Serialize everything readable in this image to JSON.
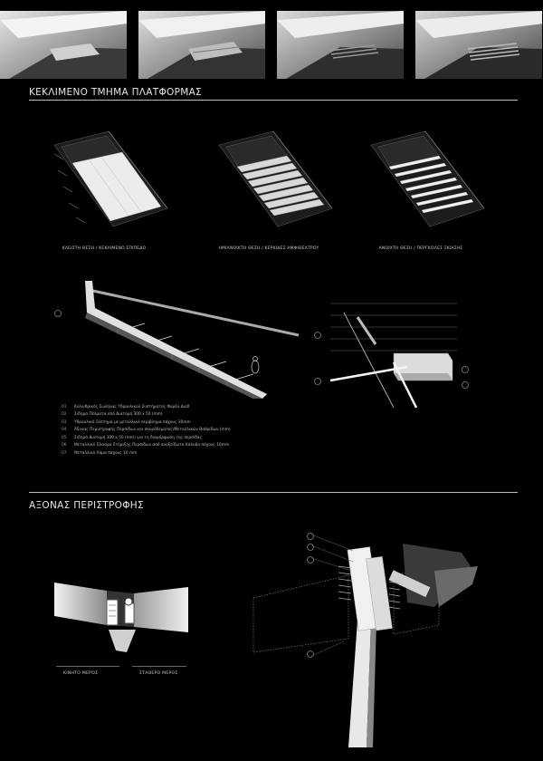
{
  "section1": {
    "title": "ΚΕΚΛΙΜΕΝΟ ΤΜΗΜΑ ΠΛΑΤΦΟΡΜΑΣ"
  },
  "section2": {
    "title": "ΑΞΟΝΑΣ ΠΕΡΙΣΤΡΟΦΗΣ"
  },
  "positions": [
    {
      "caption": "ΚΛΕΙΣΤΗ ΘΕΣΗ / ΚΕΚΛΙΜΕΝΟ ΕΠΙΠΕΔΟ"
    },
    {
      "caption": "ΗΜΙΑΝΟΙΚΤΗ ΘΕΣΗ / ΚΕΡΚΙΔΕΣ ΑΜΦΙΘΕΑΤΡΟΥ"
    },
    {
      "caption": "ΑΝΟΙΧΤΗ ΘΕΣΗ / ΠΕΡΓΚΟΛΕΣ ΣΚΙΑΣΗΣ"
    }
  ],
  "legend": [
    {
      "num": "01",
      "text": "Κυλινδρικός Σωλήνας Υδραυλικού Συστήματος Φορέα Διοδ"
    },
    {
      "num": "02",
      "text": "Σιδηρά Πέλματα από Διατομή 300 x 50 (mm)"
    },
    {
      "num": "03",
      "text": "Υδραυλικό Σύστημα με μεταλλικό περίβλημα πάχους 30mm"
    },
    {
      "num": "04",
      "text": "Άξονας Περιστροφής Περσίδων και σκυρόδεματος/Μεταλλικών Βαθμίδων (mm)"
    },
    {
      "num": "05",
      "text": "Σιδηρά Διατομή 300 x 50 (mm) για τη διαμόρφωση της περσίδας"
    },
    {
      "num": "06",
      "text": "Μεταλλικό Έλασμα Στήριξης Περσίδων από ανοξείδωτο Χάλυβα πάχους 16mm"
    },
    {
      "num": "07",
      "text": "Μεταλλικό Λάμα πάχους 10 mm"
    }
  ],
  "pivot": {
    "moving_label": "ΚΙΝΗΤΟ ΜΕΡΟΣ",
    "fixed_label": "ΣΤΑΘΕΡΟ ΜΕΡΟΣ"
  }
}
